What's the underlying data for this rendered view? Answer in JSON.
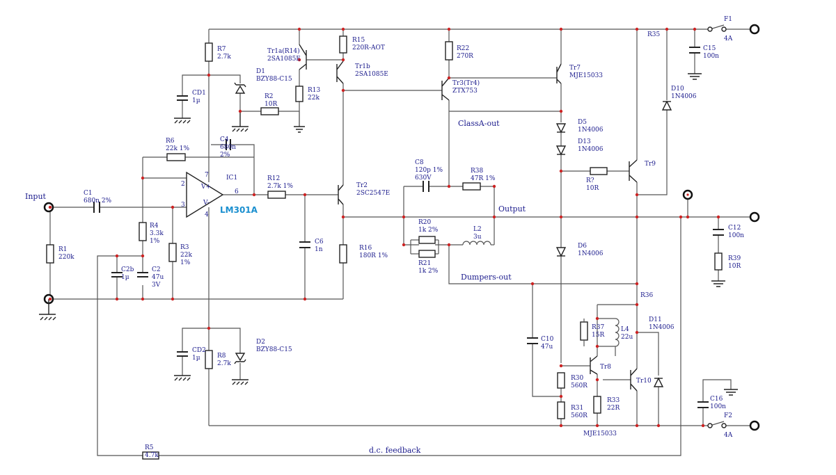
{
  "title": "",
  "labels": {
    "input": "Input",
    "output": "Output",
    "classa_out": "ClassA-out",
    "dumpers_out": "Dumpers-out",
    "dc_feedback": "d.c. feedback",
    "opamp": "LM301A",
    "ic1": "IC1",
    "pin_minus": "V-",
    "pin_plus": "V+",
    "pin2": "2",
    "pin3": "3",
    "pin4": "4",
    "pin6": "6",
    "pin7": "7"
  },
  "components": {
    "R1": [
      "R1",
      "220k"
    ],
    "R2": [
      "R2",
      "10R"
    ],
    "R3": [
      "R3",
      "22k",
      "1%"
    ],
    "R4": [
      "R4",
      "3.3k",
      "1%"
    ],
    "R5": [
      "R5",
      "4.7k"
    ],
    "R6": [
      "R6",
      "22k 1%"
    ],
    "R7": [
      "R7",
      "2.7k"
    ],
    "R8": [
      "R8",
      "2.7k"
    ],
    "R12": [
      "R12",
      "2.7k 1%"
    ],
    "R13": [
      "R13",
      "22k"
    ],
    "R15": [
      "R15",
      "220R-AOT"
    ],
    "R16": [
      "R16",
      "180R 1%"
    ],
    "R20": [
      "R20",
      "1k 2%"
    ],
    "R21": [
      "R21",
      "1k 2%"
    ],
    "R22": [
      "R22",
      "270R"
    ],
    "R30": [
      "R30",
      "560R"
    ],
    "R31": [
      "R31",
      "560R"
    ],
    "R33": [
      "R33",
      "22R"
    ],
    "R35": [
      "R35"
    ],
    "R36": [
      "R36"
    ],
    "R37": [
      "R37",
      "15R"
    ],
    "R38": [
      "R38",
      "47R 1%"
    ],
    "R39": [
      "R39",
      "10R"
    ],
    "Rq": [
      "R?",
      "10R"
    ],
    "C1": [
      "C1",
      "680n 2%"
    ],
    "C2": [
      "C2",
      "47u",
      "3V"
    ],
    "C2b": [
      "C2b",
      "1µ"
    ],
    "C4": [
      "C4",
      "680n",
      "2%"
    ],
    "C6": [
      "C6",
      "1n"
    ],
    "C8": [
      "C8",
      "120p 1%",
      "630V"
    ],
    "C10": [
      "C10",
      "47u"
    ],
    "C12": [
      "C12",
      "100n"
    ],
    "C15": [
      "C15",
      "100n"
    ],
    "C16": [
      "C16",
      "100n"
    ],
    "CD1": [
      "CD1",
      "1µ"
    ],
    "CD2": [
      "CD2",
      "1µ"
    ],
    "L2": [
      "L2",
      "3u"
    ],
    "L4": [
      "L4",
      "22u"
    ],
    "D1": [
      "D1",
      "BZY88-C15"
    ],
    "D2": [
      "D2",
      "BZY88-C15"
    ],
    "D5": [
      "D5",
      "1N4006"
    ],
    "D6": [
      "D6",
      "1N4006"
    ],
    "D10": [
      "D10",
      "1N4006"
    ],
    "D11": [
      "D11",
      "1N4006"
    ],
    "D13": [
      "D13",
      "1N4006"
    ],
    "Tr1a": [
      "Tr1a(R14)",
      "2SA1085E"
    ],
    "Tr1b": [
      "Tr1b",
      "2SA1085E"
    ],
    "Tr2": [
      "Tr2",
      "2SC2547E"
    ],
    "Tr3": [
      "Tr3(Tr4)",
      "ZTX753"
    ],
    "Tr7": [
      "Tr7",
      "MJE15033"
    ],
    "Tr8": [
      "Tr8",
      "MJE15033"
    ],
    "Tr9": [
      "Tr9"
    ],
    "Tr10": [
      "Tr10"
    ],
    "F1": [
      "F1",
      "4A"
    ],
    "F2": [
      "F2",
      "4A"
    ]
  }
}
